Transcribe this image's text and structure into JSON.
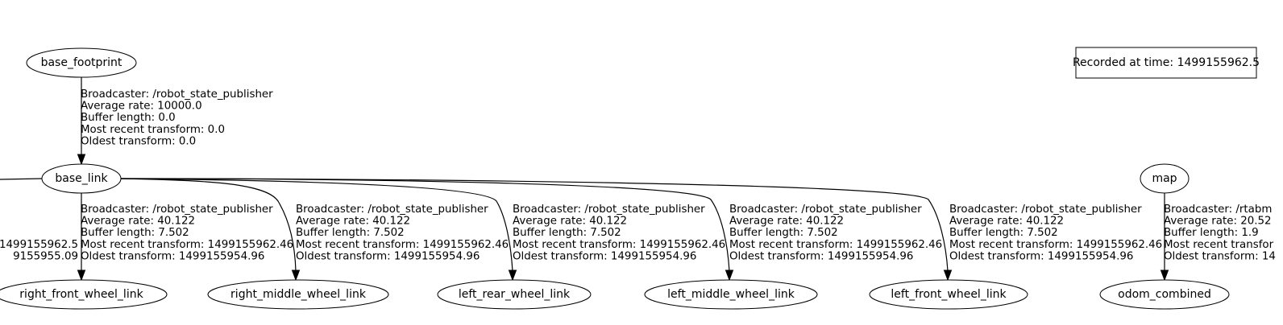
{
  "legend": {
    "label": "Recorded at time: 1499155962.5"
  },
  "nodes": [
    {
      "id": "base_footprint",
      "label": "base_footprint"
    },
    {
      "id": "base_link",
      "label": "base_link"
    },
    {
      "id": "right_front_wheel_link",
      "label": "right_front_wheel_link"
    },
    {
      "id": "right_middle_wheel_link",
      "label": "right_middle_wheel_link"
    },
    {
      "id": "left_rear_wheel_link",
      "label": "left_rear_wheel_link"
    },
    {
      "id": "left_middle_wheel_link",
      "label": "left_middle_wheel_link"
    },
    {
      "id": "left_front_wheel_link",
      "label": "left_front_wheel_link"
    },
    {
      "id": "map",
      "label": "map"
    },
    {
      "id": "odom_combined",
      "label": "odom_combined"
    }
  ],
  "edges": [
    {
      "from": "base_footprint",
      "to": "base_link",
      "info": [
        "Broadcaster: /robot_state_publisher",
        "Average rate: 10000.0",
        "Buffer length: 0.0",
        "Most recent transform: 0.0",
        "Oldest transform: 0.0"
      ]
    },
    {
      "from": "base_link",
      "to": "right_front_wheel_link",
      "info": [
        "Broadcaster: /robot_state_publisher",
        "Average rate: 40.122",
        "Buffer length: 7.502",
        "Most recent transform: 1499155962.46",
        "Oldest transform: 1499155954.96"
      ]
    },
    {
      "from": "base_link",
      "to": "right_middle_wheel_link",
      "info": [
        "Broadcaster: /robot_state_publisher",
        "Average rate: 40.122",
        "Buffer length: 7.502",
        "Most recent transform: 1499155962.46",
        "Oldest transform: 1499155954.96"
      ]
    },
    {
      "from": "base_link",
      "to": "left_rear_wheel_link",
      "info": [
        "Broadcaster: /robot_state_publisher",
        "Average rate: 40.122",
        "Buffer length: 7.502",
        "Most recent transform: 1499155962.46",
        "Oldest transform: 1499155954.96"
      ]
    },
    {
      "from": "base_link",
      "to": "left_middle_wheel_link",
      "info": [
        "Broadcaster: /robot_state_publisher",
        "Average rate: 40.122",
        "Buffer length: 7.502",
        "Most recent transform: 1499155962.46",
        "Oldest transform: 1499155954.96"
      ]
    },
    {
      "from": "base_link",
      "to": "left_front_wheel_link",
      "info": [
        "Broadcaster: /robot_state_publisher",
        "Average rate: 40.122",
        "Buffer length: 7.502",
        "Most recent transform: 1499155962.46",
        "Oldest transform: 1499155954.96"
      ]
    },
    {
      "from": "map",
      "to": "odom_combined",
      "info": [
        "Broadcaster: /rtabm",
        "Average rate: 20.52",
        "Buffer length: 1.9",
        "Most recent transfor",
        "Oldest transform: 14"
      ]
    }
  ],
  "offscreen_left_label": {
    "info": [
      ": 1499155962.5",
      "9155955.09"
    ]
  }
}
